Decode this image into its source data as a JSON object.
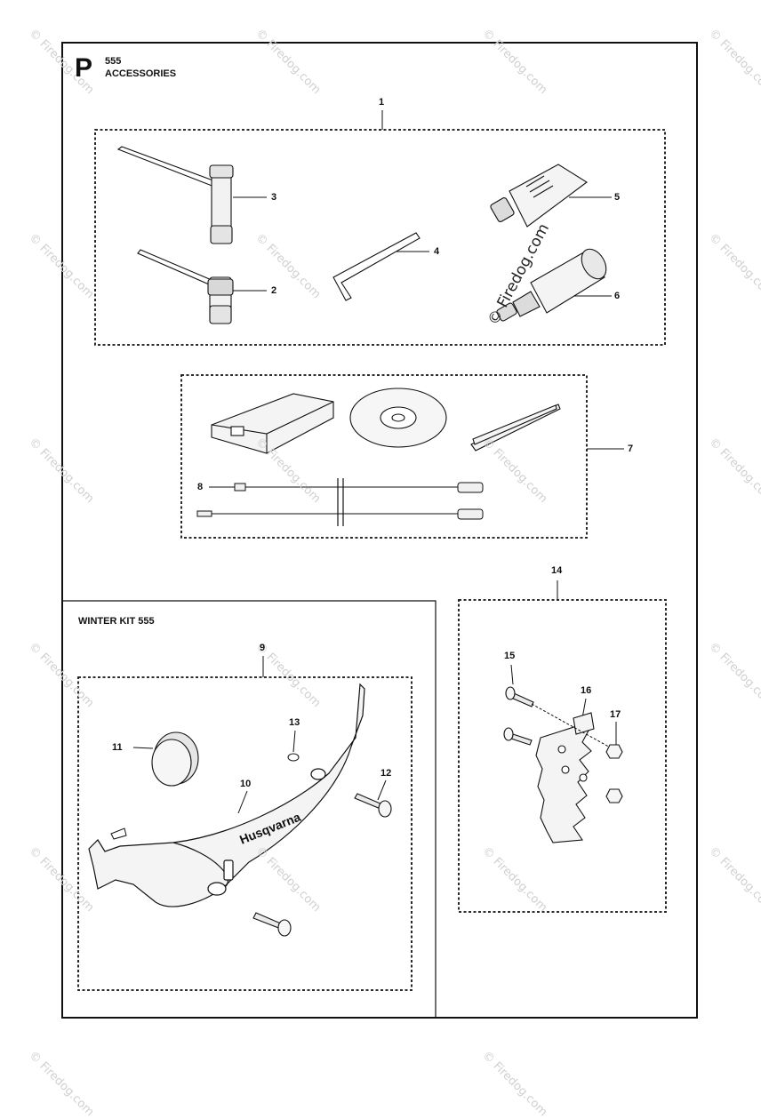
{
  "header": {
    "section_letter": "P",
    "model": "555",
    "title": "ACCESSORIES"
  },
  "subsections": {
    "winter_kit_title": "WINTER KIT 555"
  },
  "callouts": [
    "1",
    "2",
    "3",
    "4",
    "5",
    "6",
    "7",
    "8",
    "9",
    "10",
    "11",
    "12",
    "13",
    "14",
    "15",
    "16",
    "17"
  ],
  "watermark": {
    "small": "© Firedog.com",
    "large": "© Firedog.com"
  },
  "brand_on_part": "Husqvarna",
  "icons": [
    "combination-wrench-icon",
    "spark-plug-wrench-icon",
    "hex-key-icon",
    "grease-tube-icon",
    "grease-gun-icon",
    "usb-interface-box-icon",
    "cd-disc-icon",
    "tweezers-icon",
    "cable-icon",
    "winter-cover-plate-icon",
    "rubber-plug-icon",
    "screw-icon",
    "nut-icon",
    "bumper-spike-icon"
  ]
}
